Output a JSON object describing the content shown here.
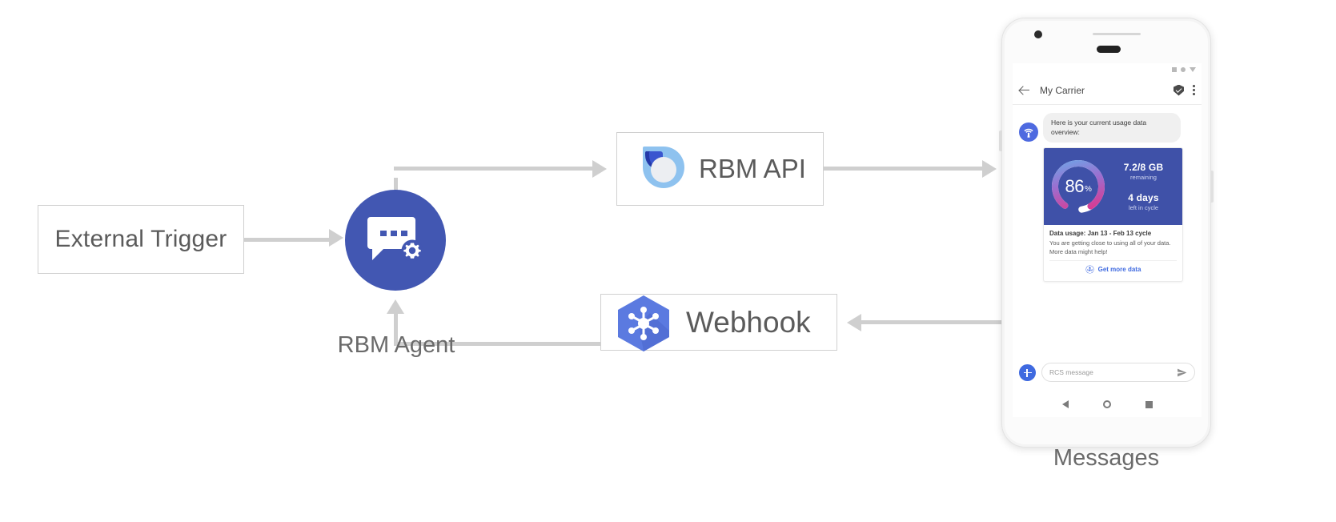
{
  "diagram": {
    "external_trigger": {
      "label": "External Trigger"
    },
    "agent": {
      "label": "RBM Agent",
      "icon": "chat-gear-icon"
    },
    "rbm_api": {
      "label": "RBM API",
      "icon": "rbm-api-logo-icon"
    },
    "webhook": {
      "label": "Webhook",
      "icon": "webhook-hexagon-icon"
    },
    "device_label": "Messages",
    "connector_color": "#cfcfcf",
    "box_border_color": "#d0d0d0",
    "agent_circle_color": "#4257b2"
  },
  "phone": {
    "status_bar": {
      "icons": [
        "signal-square-icon",
        "wifi-dot-icon",
        "battery-triangle-icon"
      ]
    },
    "app_bar": {
      "back_icon": "back-arrow-icon",
      "title": "My Carrier",
      "verified_icon": "verified-shield-icon",
      "overflow_icon": "kebab-menu-icon"
    },
    "conversation": {
      "bot_avatar_icon": "broadcast-wifi-icon",
      "bot_avatar_color": "#4e6ae0",
      "message": "Here is your current usage data overview:",
      "card": {
        "hero_bg": "#3f51a8",
        "gauge": {
          "percent_value": "86",
          "percent_symbol": "%",
          "percent_number": 86,
          "gradient_start": "#6aa8e8",
          "gradient_mid": "#9b6fd0",
          "gradient_end": "#e0348b",
          "track_color": "#ffffff"
        },
        "stat_primary": "7.2/8 GB",
        "stat_primary_sub": "remaining",
        "stat_secondary": "4 days",
        "stat_secondary_sub": "left in cycle",
        "title": "Data usage: Jan 13 - Feb 13 cycle",
        "description": "You are getting close to using all of your data. More data might help!",
        "action_icon": "globe-icon",
        "action_label": "Get more data",
        "action_color": "#3f6ae0"
      }
    },
    "composer": {
      "plus_icon": "plus-icon",
      "placeholder": "RCS message",
      "send_icon": "send-icon"
    },
    "nav_bar": {
      "back": "nav-back-icon",
      "home": "nav-home-icon",
      "recents": "nav-recents-icon"
    }
  }
}
